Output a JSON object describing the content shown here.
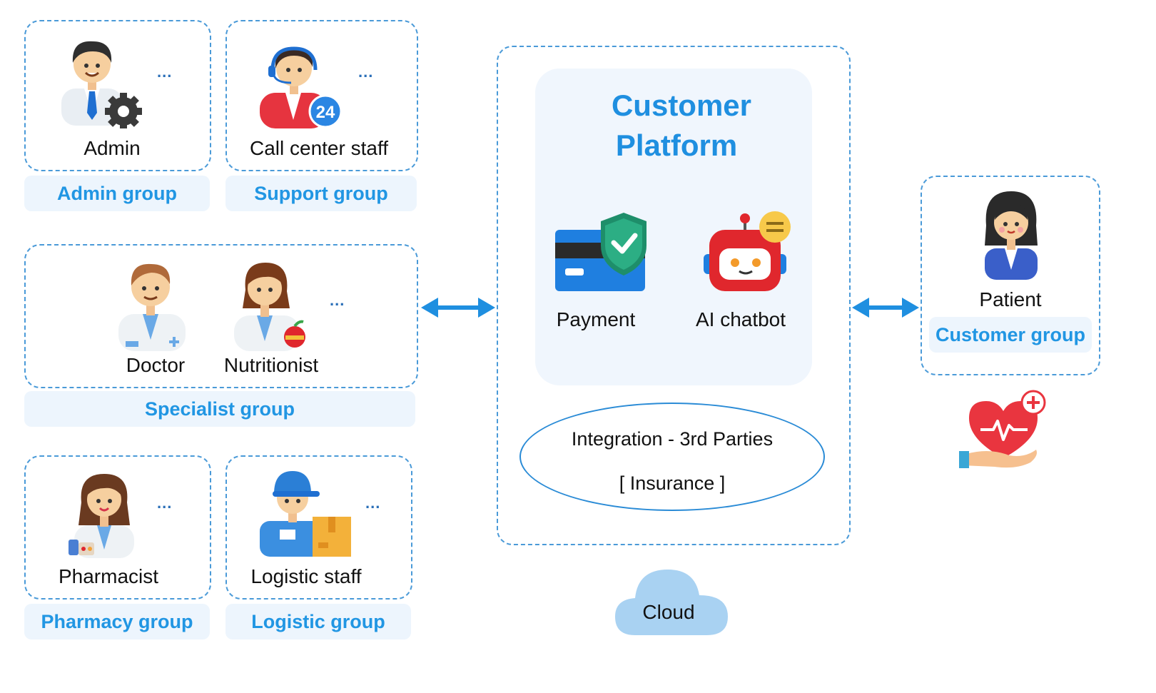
{
  "groups": {
    "admin": {
      "role": "Admin",
      "group": "Admin group",
      "more": "..."
    },
    "support": {
      "role": "Call center staff",
      "group": "Support group",
      "more": "...",
      "badge": "24"
    },
    "specialist": {
      "roles": [
        "Doctor",
        "Nutritionist"
      ],
      "group": "Specialist group",
      "more": "..."
    },
    "pharmacy": {
      "role": "Pharmacist",
      "group": "Pharmacy group",
      "more": "..."
    },
    "logistic": {
      "role": "Logistic staff",
      "group": "Logistic group",
      "more": "..."
    },
    "customer": {
      "role": "Patient",
      "group": "Customer group"
    }
  },
  "platform": {
    "title_line1": "Customer",
    "title_line2": "Platform",
    "features": [
      "Payment",
      "AI chatbot"
    ],
    "integration_line1": "Integration - 3rd Parties",
    "integration_line2": "[ Insurance ]"
  },
  "cloud_label": "Cloud",
  "icons": [
    "admin-person-gear-icon",
    "call-center-agent-icon",
    "doctor-icon",
    "nutritionist-icon",
    "pharmacist-icon",
    "delivery-worker-icon",
    "payment-card-shield-icon",
    "robot-chatbot-icon",
    "patient-icon",
    "heart-care-hand-icon",
    "double-arrow-icon",
    "cloud-icon"
  ],
  "colors": {
    "accent": "#2196e3",
    "border": "#4a9ad8",
    "tag_bg": "#edf5fd"
  }
}
